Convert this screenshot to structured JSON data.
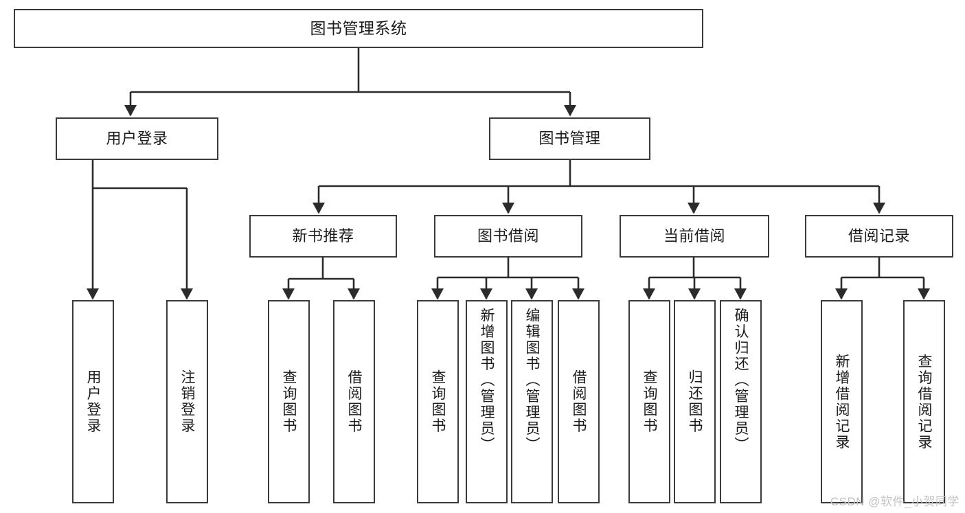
{
  "diagram": {
    "title": "图书管理系统",
    "type": "tree-hierarchy",
    "watermark": "CSDN @软件_小贺同学",
    "colors": {
      "border": "#3a3a3a",
      "background": "#ffffff",
      "text": "#1b1b1b",
      "edge": "#2b2b2b",
      "watermark": "#c4c4c4"
    },
    "levels": {
      "root": {
        "label": "图书管理系统"
      },
      "level2": [
        {
          "label": "用户登录"
        },
        {
          "label": "图书管理"
        }
      ],
      "level3": [
        {
          "label": "新书推荐"
        },
        {
          "label": "图书借阅"
        },
        {
          "label": "当前借阅"
        },
        {
          "label": "借阅记录"
        }
      ],
      "leaves": {
        "user_login": [
          {
            "label": "用户登录"
          },
          {
            "label": "注销登录"
          }
        ],
        "new_book_recommend": [
          {
            "label": "查询图书"
          },
          {
            "label": "借阅图书"
          }
        ],
        "book_borrow": [
          {
            "label": "查询图书"
          },
          {
            "label": "新增图书（管理员）"
          },
          {
            "label": "编辑图书（管理员）"
          },
          {
            "label": "借阅图书"
          }
        ],
        "current_borrow": [
          {
            "label": "查询图书"
          },
          {
            "label": "归还图书"
          },
          {
            "label": "确认归还（管理员）"
          }
        ],
        "borrow_record": [
          {
            "label": "新增借阅记录"
          },
          {
            "label": "查询借阅记录"
          }
        ]
      }
    }
  }
}
